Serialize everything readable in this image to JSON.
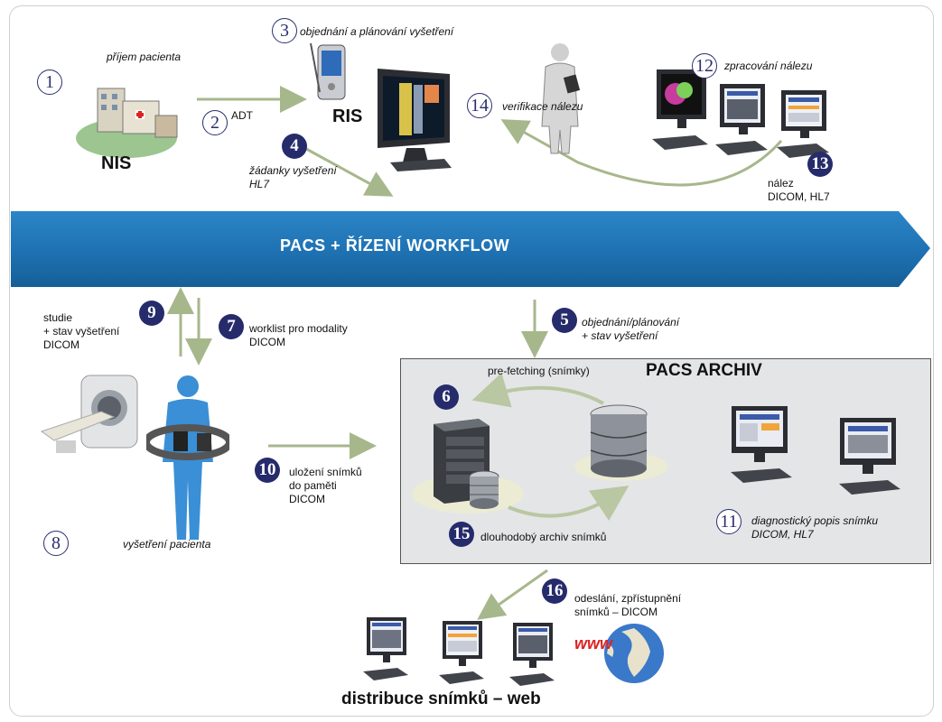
{
  "banner": {
    "text": "PACS  +  ŘÍZENÍ  WORKFLOW"
  },
  "nodes": {
    "nis": "NIS",
    "ris": "RIS",
    "pacs_archive": "PACS ARCHIV",
    "distribution": "distribuce snímků – web"
  },
  "steps": [
    {
      "num": "1",
      "style": "outline",
      "text": "příjem pacienta"
    },
    {
      "num": "2",
      "style": "outline",
      "text": "ADT"
    },
    {
      "num": "3",
      "style": "outline",
      "text": "objednání a plánování vyšetření"
    },
    {
      "num": "4",
      "style": "filled",
      "text_line1": "žádanky vyšetření",
      "text_line2": "HL7"
    },
    {
      "num": "5",
      "style": "filled",
      "text_line1": "objednání/plánování",
      "text_line2": "+ stav vyšetření"
    },
    {
      "num": "6",
      "style": "filled",
      "text": "pre-fetching (snímky)"
    },
    {
      "num": "7",
      "style": "filled",
      "text_line1": "worklist pro modality",
      "text_line2": "DICOM"
    },
    {
      "num": "8",
      "style": "outline",
      "text": "vyšetření pacienta"
    },
    {
      "num": "9",
      "style": "filled",
      "text_line1": "studie",
      "text_line2": "+ stav vyšetření",
      "text_line3": "DICOM"
    },
    {
      "num": "10",
      "style": "filled",
      "text_line1": "uložení snímků",
      "text_line2": "do paměti",
      "text_line3": "DICOM"
    },
    {
      "num": "11",
      "style": "outline",
      "text_line1": "diagnostický popis snímku",
      "text_line2": "DICOM, HL7"
    },
    {
      "num": "12",
      "style": "outline",
      "text": "zpracování nálezu"
    },
    {
      "num": "13",
      "style": "filled",
      "text_line1": "nález",
      "text_line2": "DICOM, HL7"
    },
    {
      "num": "14",
      "style": "outline",
      "text": "verifikace nálezu"
    },
    {
      "num": "15",
      "style": "filled",
      "text": "dlouhodobý archiv snímků"
    },
    {
      "num": "16",
      "style": "filled",
      "text_line1": "odeslání, zpřístupnění",
      "text_line2": "snímků – DICOM"
    }
  ],
  "icons": {
    "www_label": "www"
  },
  "colors": {
    "banner": "#1f73b4",
    "arrow": "#a7b78c",
    "badge": "#262b6b",
    "archive_bg": "#e4e5e7"
  }
}
